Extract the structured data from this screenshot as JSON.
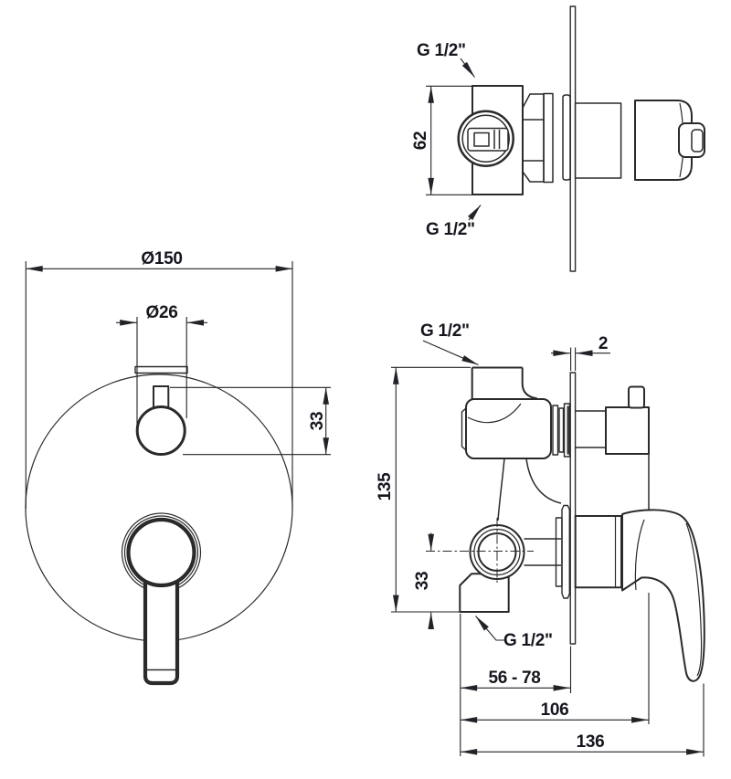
{
  "title": "Concealed shower mixer - dimensional drawing",
  "colors": {
    "background": "#ffffff",
    "line": "#2a2a2a",
    "dimension_text": "#16161f"
  },
  "drawing": {
    "upper_side_view": {
      "thread_top_label": "G 1/2\"",
      "body_height_label": "62",
      "thread_bottom_label": "G 1/2\""
    },
    "front_view": {
      "plate_diameter_label": "Ø150",
      "knob_diameter_label": "Ø26",
      "knob_offset_label": "33"
    },
    "lower_side_view": {
      "thread_top_label": "G 1/2\"",
      "plate_thickness_label": "2",
      "overall_height_label": "135",
      "outlet_offset_label": "33",
      "thread_bottom_label": "G 1/2\"",
      "depth_range_label": "56 - 78",
      "depth_to_knob_label": "106",
      "overall_depth_label": "136"
    }
  }
}
